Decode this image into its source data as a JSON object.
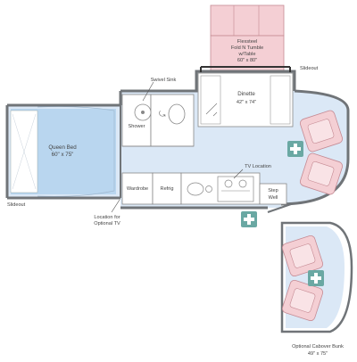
{
  "labels": {
    "flexsteel_1": "Flexsteel",
    "flexsteel_2": "Fold N Tumble",
    "flexsteel_3": "w/Table",
    "flexsteel_4": "60\" x 80\"",
    "slideout_top": "Slideout",
    "slideout_left": "Slideout",
    "swivel_sink": "Swivel Sink",
    "shower": "Shower",
    "dinette_1": "Dinette",
    "dinette_2": "42\" x 74\"",
    "queen_bed_1": "Queen Bed",
    "queen_bed_2": "60\" x 75\"",
    "tv_location": "TV Location",
    "wardrobe": "Wardrobe",
    "refrig": "Refrig",
    "step_well_1": "Step",
    "step_well_2": "Well",
    "optional_tv_1": "Location for",
    "optional_tv_2": "Optional TV",
    "cabover_1": "Optional Cabover Bunk",
    "cabover_2": "49\" x 75\""
  },
  "icons": {
    "seatbelt": "plus-icon",
    "entry": "plus-icon"
  },
  "colors": {
    "floor": "#dbe8f6",
    "bed": "#b9d6ef",
    "wall": "#707478",
    "seat": "#f4cfd4",
    "seat_border": "#c58a93",
    "plus": "#6aa8a3"
  }
}
